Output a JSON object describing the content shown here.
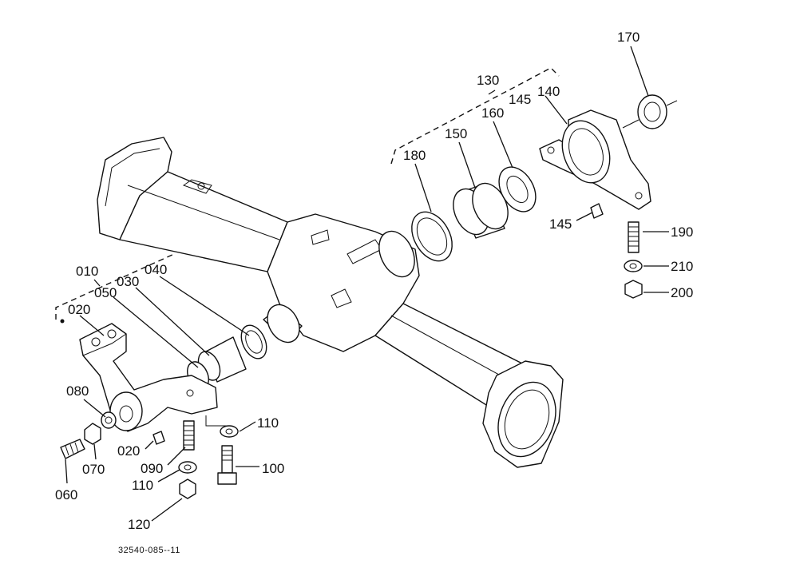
{
  "labels": {
    "p010": "010",
    "p020a": "020",
    "p020b": "020",
    "p030": "030",
    "p040": "040",
    "p050": "050",
    "p060": "060",
    "p070": "070",
    "p080": "080",
    "p090": "090",
    "p100": "100",
    "p110a": "110",
    "p110b": "110",
    "p120": "120",
    "p130": "130",
    "p140": "140",
    "p145a": "145",
    "p145b": "145",
    "p150": "150",
    "p160": "160",
    "p170": "170",
    "p180": "180",
    "p190": "190",
    "p200": "200",
    "p210": "210"
  },
  "drawing_code": "32540-085--11"
}
